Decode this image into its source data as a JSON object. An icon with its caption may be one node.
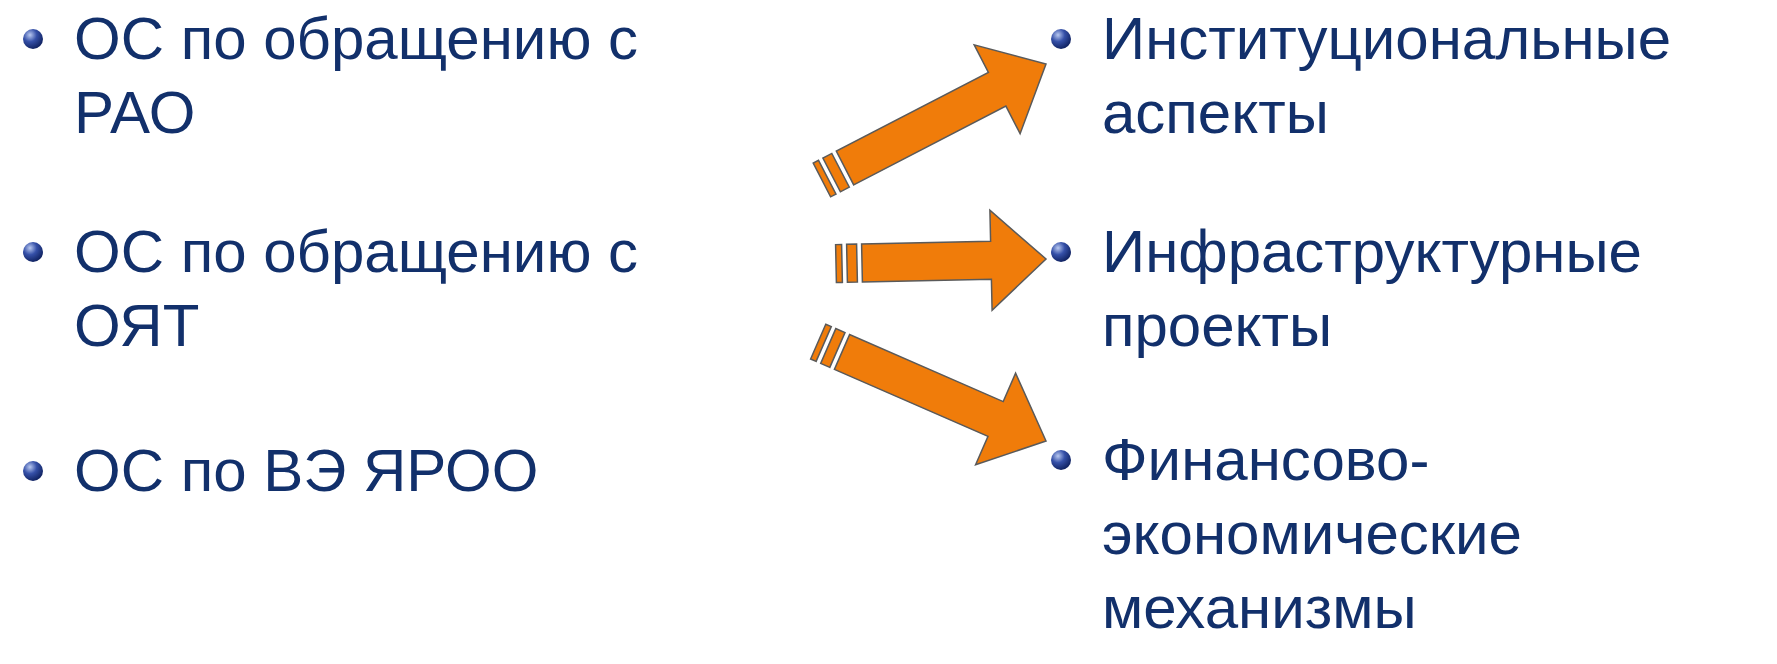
{
  "diagram": {
    "nodes": [
      {
        "text": [
          "Институциональные аспекты"
        ]
      },
      {
        "text": [
          "Инфраструктурные проекты"
        ]
      },
      {
        "text": [
          "Финансово-экономические механизмы"
        ]
      }
    ],
    "edges": [
      {
        "from": null,
        "to": 0,
        "arrow": "to"
      },
      {
        "from": null,
        "to": 1,
        "arrow": "to"
      },
      {
        "from": null,
        "to": 2,
        "arrow": "to"
      }
    ],
    "labels": [
      "ОС по обращению с РАО",
      "ОС по обращению с ОЯТ",
      "ОС по ВЭ ЯРОО"
    ]
  }
}
